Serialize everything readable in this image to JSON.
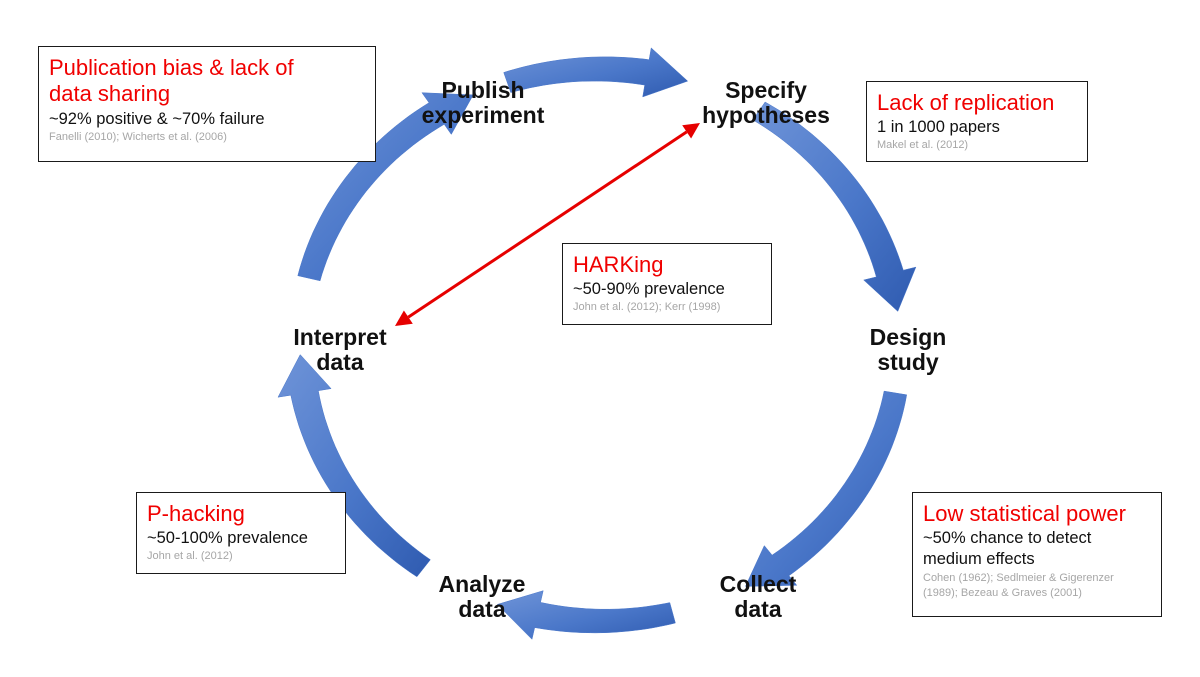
{
  "stages": {
    "publish": {
      "line1": "Publish",
      "line2": "experiment"
    },
    "specify": {
      "line1": "Specify",
      "line2": "hypotheses"
    },
    "design": {
      "line1": "Design",
      "line2": "study"
    },
    "collect": {
      "line1": "Collect",
      "line2": "data"
    },
    "analyze": {
      "line1": "Analyze",
      "line2": "data"
    },
    "interpret": {
      "line1": "Interpret",
      "line2": "data"
    }
  },
  "callouts": {
    "publication_bias": {
      "title_line1": "Publication bias & lack of",
      "title_line2": "data sharing",
      "stat": "~92% positive & ~70% failure",
      "citation": "Fanelli (2010); Wicherts et al. (2006)"
    },
    "replication": {
      "title": "Lack of replication",
      "stat": "1 in 1000 papers",
      "citation": "Makel et al. (2012)"
    },
    "harking": {
      "title": "HARKing",
      "stat": "~50-90% prevalence",
      "citation": "John et al. (2012); Kerr (1998)"
    },
    "p_hacking": {
      "title": "P-hacking",
      "stat": "~50-100% prevalence",
      "citation": "John et al. (2012)"
    },
    "power": {
      "title": "Low statistical power",
      "stat_line1": "~50% chance to detect",
      "stat_line2": "medium effects",
      "citation": "Cohen (1962); Sedlmeier & Gigerenzer (1989); Bezeau & Graves (2001)"
    }
  },
  "colors": {
    "cycle_arrow": "#4a77c9",
    "cycle_arrow_dark": "#2f5bb0",
    "harking_arrow": "#e60000",
    "title_red": "#f00000",
    "citation_gray": "#a6a6a6"
  }
}
